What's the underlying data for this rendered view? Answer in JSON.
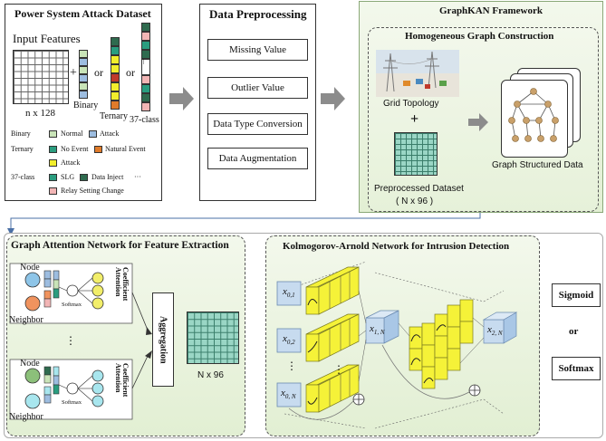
{
  "colors": {
    "normal": "#c9e4b8",
    "attack": "#9dbde0",
    "yellow": "#f2ee2c",
    "red": "#c0392b",
    "dark_green": "#2f6b4f",
    "teal": "#2a9d7f",
    "orange": "#e07b2a",
    "pink": "#f2b5b5",
    "node_blue": "#8ec5e8",
    "node_green": "#8cc07a",
    "node_orange": "#f0935e",
    "node_cyan": "#a8e6ee",
    "matrix_teal": "#9ad6c5",
    "cube_yellow": "#f5f238",
    "light_blue": "#c7dbef"
  },
  "dataset": {
    "title": "Power System Attack Dataset",
    "input_features": "Input Features",
    "plus": "+",
    "or1": "or",
    "or2": "or",
    "ellipsis": "...",
    "dims": "n x 128",
    "binary": "Binary",
    "ternary": "Ternary",
    "class37": "37-class",
    "legend": {
      "binary_label": "Binary",
      "normal": "Normal",
      "attack": "Attack",
      "ternary_label": "Ternary",
      "no_event": "No Event",
      "natural_event": "Natural Event",
      "t_attack": "Attack",
      "class_label": "37-class",
      "slg": "SLG",
      "data_inject": "Data Inject",
      "more": "···",
      "relay": "Relay Setting Change"
    }
  },
  "preprocessing": {
    "title": "Data Preprocessing",
    "steps": [
      "Missing Value",
      "Outlier Value",
      "Data Type Conversion",
      "Data Augmentation"
    ]
  },
  "graphkan": {
    "title": "GraphKAN Framework",
    "homog_title": "Homogeneous Graph Construction",
    "grid_topology": "Grid Topology",
    "plus": "+",
    "graph_structured": "Graph Structured Data",
    "preprocessed": "Preprocessed Dataset",
    "preprocessed_dims": "( N x 96 )"
  },
  "gat": {
    "title": "Graph Attention Network for Feature Extraction",
    "node": "Node",
    "neighbor": "Neighbor",
    "softmax": "Softmax",
    "attention": "Attention",
    "coefficient": "Coefficient",
    "dots": "⋮",
    "aggregation": "Aggregation",
    "output_dims": "N x 96"
  },
  "kan": {
    "title": "Kolmogorov-Arnold Network for Intrusion Detection",
    "x01": "x",
    "x01_sub": "0,1",
    "x02": "x",
    "x02_sub": "0,2",
    "x0n": "x",
    "x0n_sub": "0, N",
    "x1n": "x",
    "x1n_sub": "1, N",
    "x2n": "x",
    "x2n_sub": "2, N",
    "dots": "⋮"
  },
  "outputs": {
    "sigmoid": "Sigmoid",
    "or": "or",
    "softmax": "Softmax"
  }
}
